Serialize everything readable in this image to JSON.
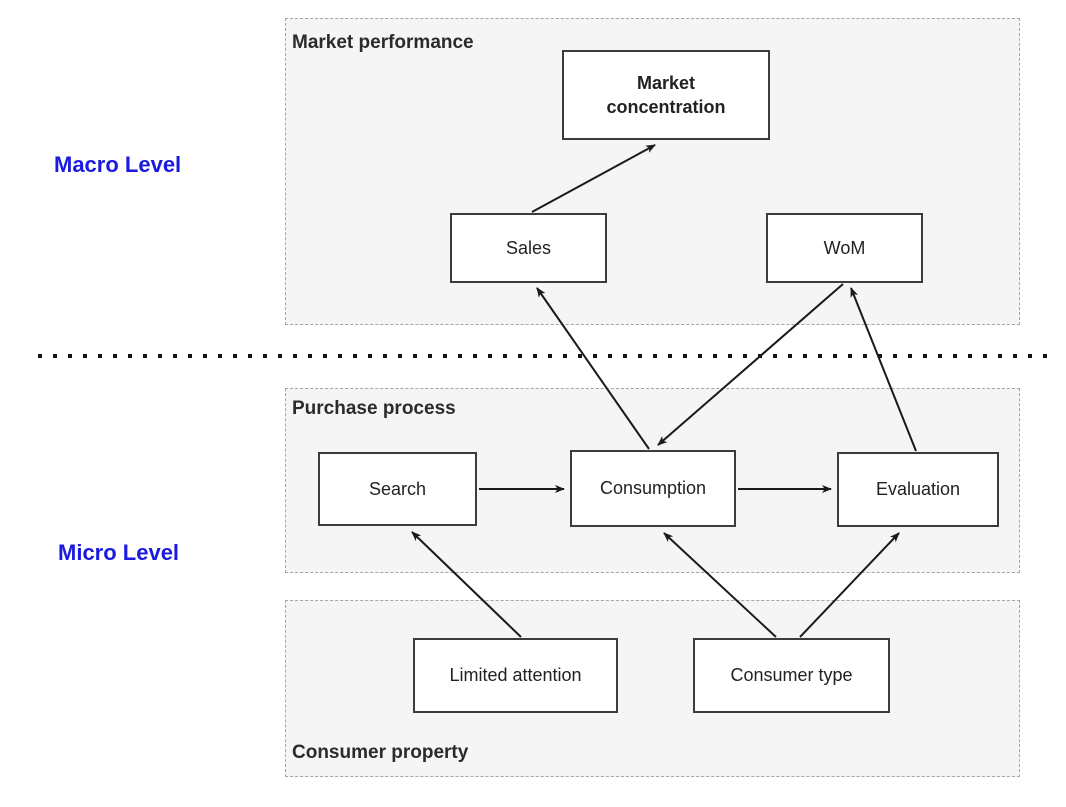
{
  "levels": {
    "macro": {
      "label": "Macro Level"
    },
    "micro": {
      "label": "Micro Level"
    }
  },
  "groups": {
    "market_performance": {
      "label": "Market performance"
    },
    "purchase_process": {
      "label": "Purchase process"
    },
    "consumer_property": {
      "label": "Consumer property"
    }
  },
  "nodes": {
    "market_concentration": {
      "label": "Market concentration"
    },
    "sales": {
      "label": "Sales"
    },
    "wom": {
      "label": "WoM"
    },
    "search": {
      "label": "Search"
    },
    "consumption": {
      "label": "Consumption"
    },
    "evaluation": {
      "label": "Evaluation"
    },
    "limited_attention": {
      "label": "Limited attention"
    },
    "consumer_type": {
      "label": "Consumer type"
    }
  },
  "edges": [
    {
      "from": "sales",
      "to": "market_concentration"
    },
    {
      "from": "consumption",
      "to": "sales"
    },
    {
      "from": "wom",
      "to": "consumption"
    },
    {
      "from": "evaluation",
      "to": "wom"
    },
    {
      "from": "search",
      "to": "consumption"
    },
    {
      "from": "consumption",
      "to": "evaluation"
    },
    {
      "from": "limited_attention",
      "to": "search"
    },
    {
      "from": "consumer_type",
      "to": "consumption"
    },
    {
      "from": "consumer_type",
      "to": "evaluation"
    }
  ],
  "colors": {
    "level_accent": "#1a1ae0",
    "group_fill": "#f5f5f5",
    "group_border": "#a6a6a6",
    "node_border": "#3c3c3c",
    "node_fill": "#ffffff",
    "arrow": "#1a1a1a",
    "background": "#ffffff"
  }
}
